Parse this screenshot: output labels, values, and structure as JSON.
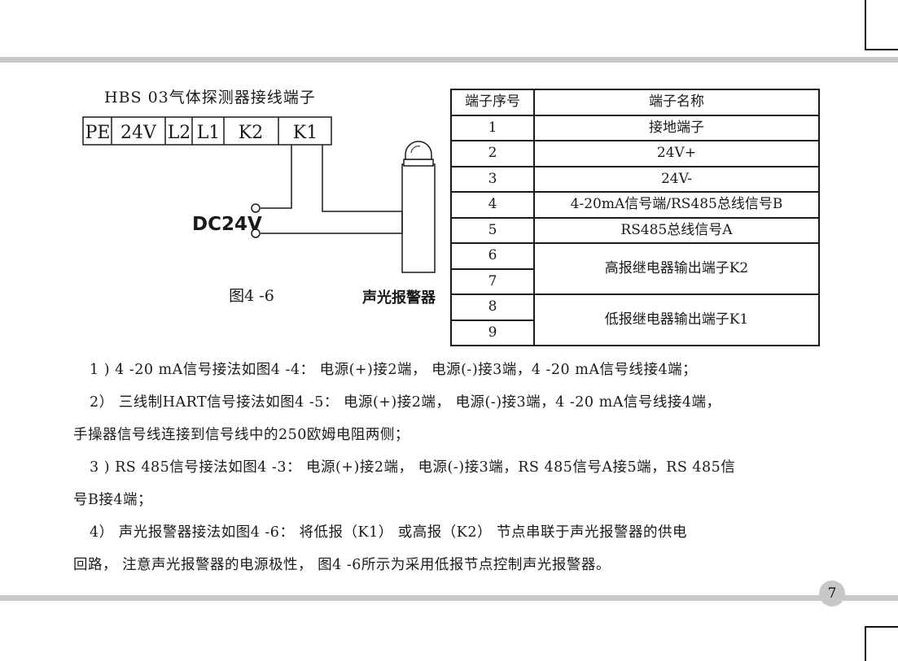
{
  "diagram": {
    "title": "HBS 03气体探测器接线端子",
    "terminals": [
      "PE",
      "24V",
      "L2",
      "L1",
      "K2",
      "K1"
    ],
    "power_label": "DC24V",
    "alarm_label": "声光报警器",
    "figure_caption": "图4 -6"
  },
  "table": {
    "headers": [
      "端子序号",
      "端子名称"
    ],
    "rows": [
      {
        "num": "1",
        "name": "接地端子"
      },
      {
        "num": "2",
        "name": "24V+"
      },
      {
        "num": "3",
        "name": "24V-"
      },
      {
        "num": "4",
        "name": "4-20mA信号端/RS485总线信号B"
      },
      {
        "num": "5",
        "name": "RS485总线信号A"
      }
    ],
    "merged": [
      {
        "nums": [
          "6",
          "7"
        ],
        "name": "高报继电器输出端子K2"
      },
      {
        "nums": [
          "8",
          "9"
        ],
        "name": "低报继电器输出端子K1"
      }
    ]
  },
  "paragraphs": [
    "1 ) 4 -20 mA信号接法如图4 -4： 电源(+)接2端， 电源(-)接3端，4 -20 mA信号线接4端；",
    "2） 三线制HART信号接法如图4 -5： 电源(+)接2端， 电源(-)接3端，4 -20 mA信号线接4端，",
    "手操器信号线连接到信号线中的250欧姆电阻两侧；",
    "3 ) RS 485信号接法如图4 -3： 电源(+)接2端， 电源(-)接3端，RS 485信号A接5端，RS 485信",
    "号B接4端；",
    "4） 声光报警器接法如图4 -6： 将低报（K1） 或高报（K2） 节点串联于声光报警器的供电",
    "回路， 注意声光报警器的电源极性， 图4 -6所示为采用低报节点控制声光报警器。"
  ],
  "page_number": "7"
}
